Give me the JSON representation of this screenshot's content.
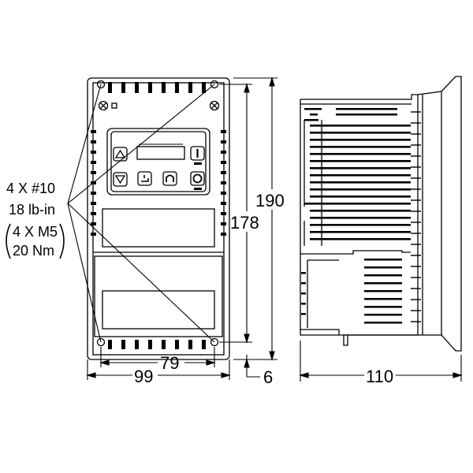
{
  "dimensions": {
    "height_overall": "190",
    "height_mounting": "178",
    "width_overall": "99",
    "width_mounting": "79",
    "flange_offset": "6",
    "depth_overall": "110"
  },
  "mounting_note": {
    "line1": "4 X #10",
    "line2": "18 lb-in",
    "line3": "4 X M5",
    "line4": "20 Nm"
  },
  "colors": {
    "line": "#000000",
    "background": "#ffffff"
  }
}
